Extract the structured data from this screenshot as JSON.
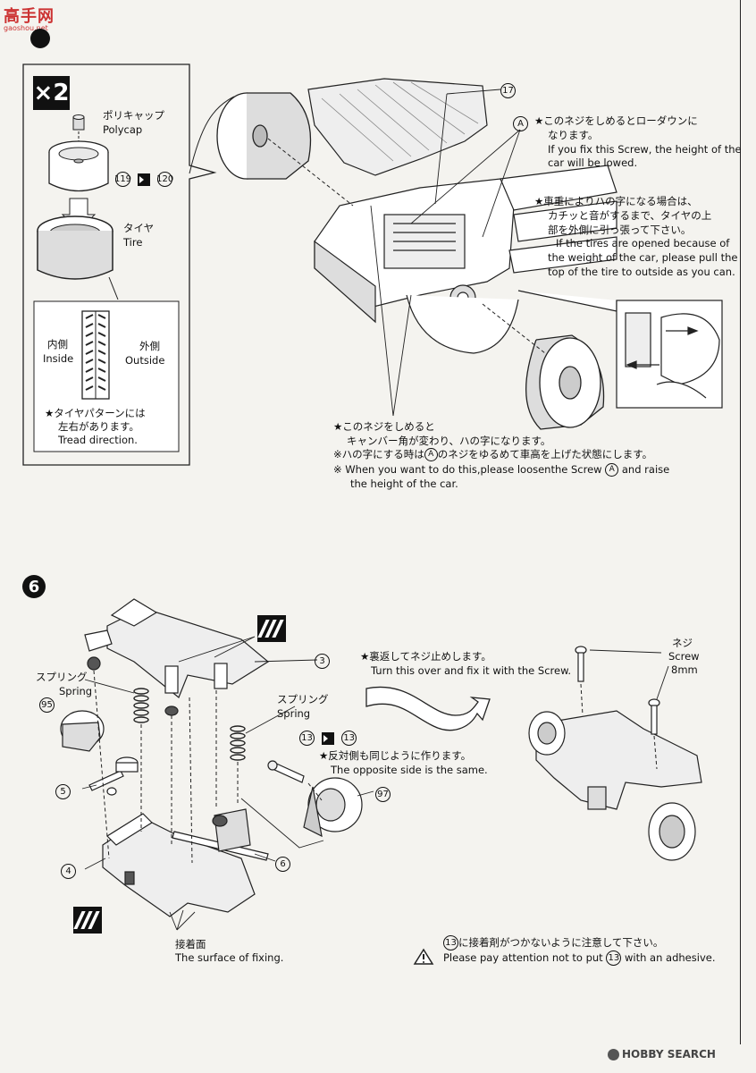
{
  "watermark": {
    "site_cn": "高手网",
    "site_url": "gaoshou.net"
  },
  "step5": {
    "x2_label": "×2",
    "polycap_jp": "ポリキャップ",
    "polycap_en": "Polycap",
    "part_119": "119",
    "part_120": "120",
    "tire_jp": "タイヤ",
    "tire_en": "Tire",
    "inside_jp": "内側",
    "inside_en": "Inside",
    "outside_jp": "外側",
    "outside_en": "Outside",
    "tread_jp_1": "★タイヤパターンには",
    "tread_jp_2": "左右があります。",
    "tread_en": "Tread direction.",
    "part_17": "17",
    "label_a": "A",
    "lowdown_jp_1": "★このネジをしめるとローダウンに",
    "lowdown_jp_2": "なります。",
    "lowdown_en_1": "If you fix this Screw, the height of the",
    "lowdown_en_2": "car will be lowed.",
    "weight_jp_1": "★車重によりハの字になる場合は、",
    "weight_jp_2": "カチッと音がするまで、タイヤの上",
    "weight_jp_3": "部を外側に引っ張って下さい。",
    "weight_en_1": "If the tires are opened because of",
    "weight_en_2": "the weight of the car, please pull the",
    "weight_en_3": "top of the tire to outside as you can.",
    "camber_jp_1": "★このネジをしめると",
    "camber_jp_2": "キャンバー角が変わり、ハの字になります。",
    "camber_jp_3a": "※ハの字にする時は",
    "camber_jp_3b": "のネジをゆるめて車高を上げた状態にします。",
    "camber_en_1a": "※ When you want to do this,please loosenthe Screw",
    "camber_en_1b": "and raise",
    "camber_en_2": "the height of the car."
  },
  "step6": {
    "step_number": "6",
    "part_3": "3",
    "part_95": "95",
    "part_5": "5",
    "part_4": "4",
    "part_6": "6",
    "part_13a": "13",
    "part_13b": "13",
    "part_97": "97",
    "spring_jp_left": "スプリング",
    "spring_en_left": "Spring",
    "spring_jp_right": "スプリング",
    "spring_en_right": "Spring",
    "turnover_jp": "★裏返してネジ止めします。",
    "turnover_en": "Turn this over and fix it with the Screw.",
    "opposite_jp": "★反対側も同じように作ります。",
    "opposite_en": "The opposite side is the same.",
    "screw_jp": "ネジ",
    "screw_en": "Screw",
    "screw_size": "8mm",
    "fix_surface_jp": "接着面",
    "fix_surface_en": "The surface of fixing.",
    "caution_jp_part": "13",
    "caution_jp_text": "に接着剤がつかないように注意して下さい。",
    "caution_en_a": "Please pay attention not to put",
    "caution_en_part": "13",
    "caution_en_b": "with an adhesive."
  },
  "footer": {
    "brand": "HOBBY SEARCH"
  }
}
